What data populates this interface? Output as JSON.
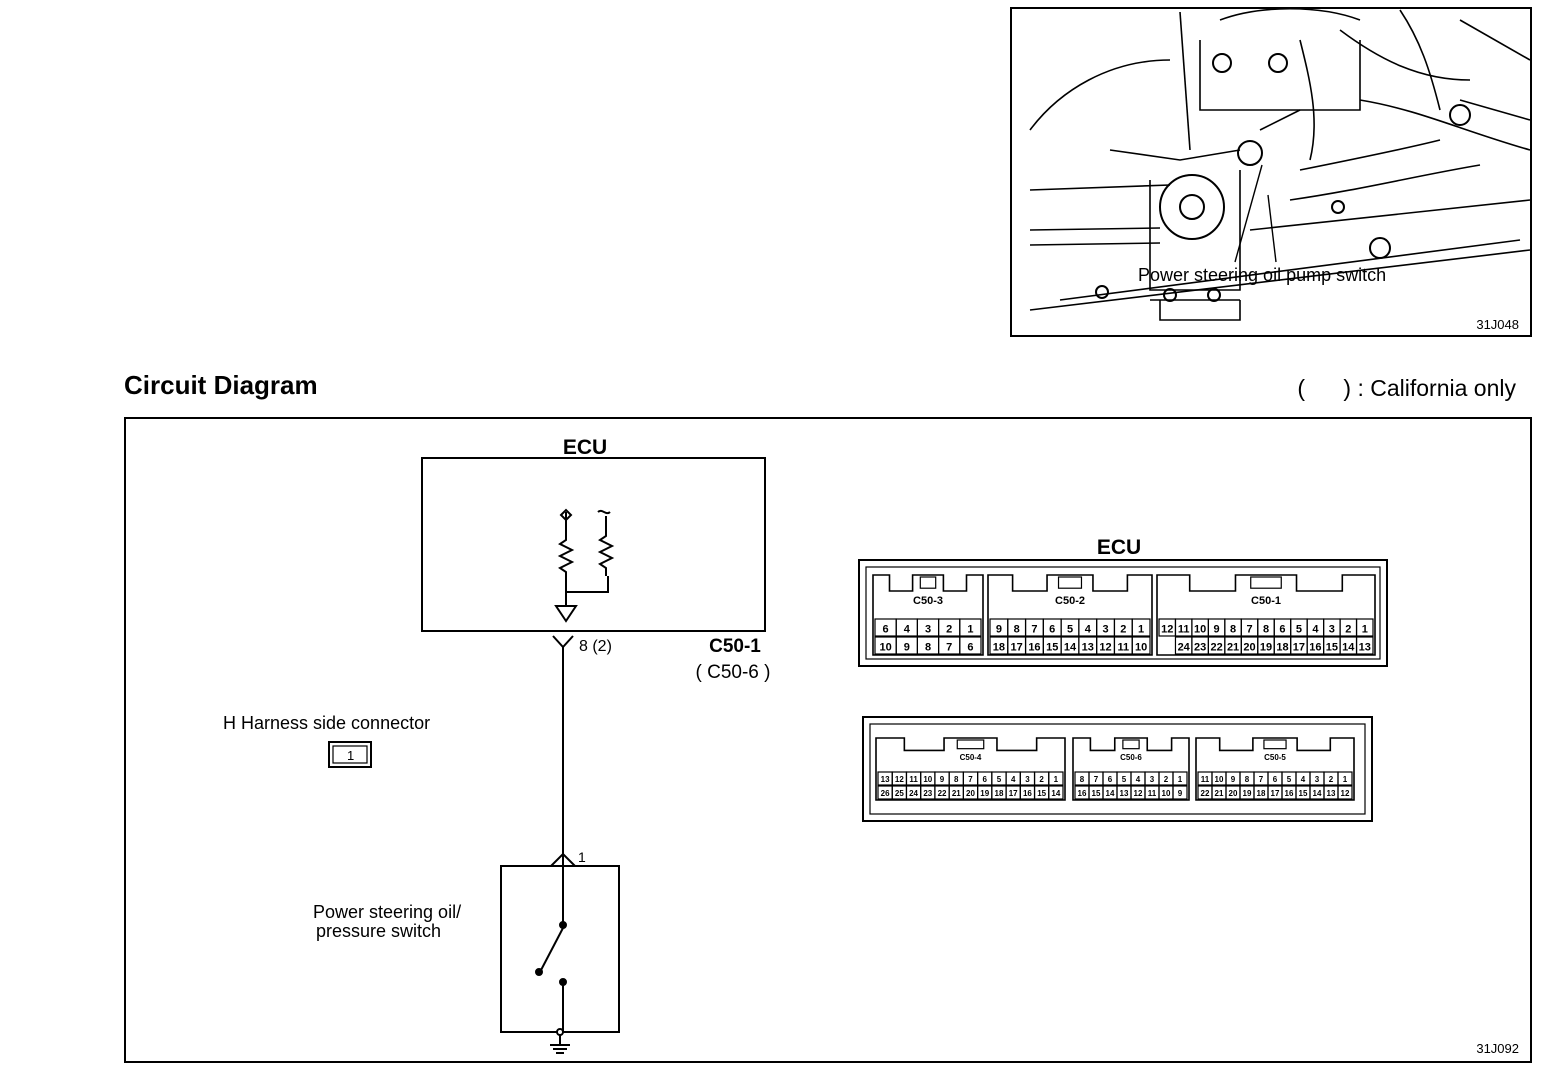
{
  "photo": {
    "label": "Power steering oil pump switch",
    "figure_code": "31J048"
  },
  "circuit": {
    "heading": "Circuit Diagram",
    "legend": "(      ) : California only",
    "figure_code": "31J092",
    "ecu_label": "ECU",
    "pin_label": "8 (2)",
    "connector_label": "C50-1",
    "connector_alt_label": "( C50-6 )",
    "harness_label": "H Harness side connector",
    "harness_pin": "1",
    "switch_pin": "1",
    "switch_label_line1": "Power steering oil/",
    "switch_label_line2": "pressure switch"
  },
  "ecu_connectors": {
    "title": "ECU",
    "row1": [
      {
        "name": "C50-3",
        "top": [
          "6",
          "4",
          "3",
          "2",
          "1"
        ],
        "bottom": [
          "10",
          "9",
          "8",
          "7",
          "6"
        ]
      },
      {
        "name": "C50-2",
        "top": [
          "9",
          "8",
          "7",
          "6",
          "5",
          "4",
          "3",
          "2",
          "1"
        ],
        "bottom": [
          "18",
          "17",
          "16",
          "15",
          "14",
          "13",
          "12",
          "11",
          "10"
        ]
      },
      {
        "name": "C50-1",
        "top": [
          "12",
          "11",
          "10",
          "9",
          "8",
          "7",
          "8",
          "6",
          "5",
          "4",
          "3",
          "2",
          "1"
        ],
        "bottom": [
          "24",
          "23",
          "22",
          "21",
          "20",
          "19",
          "18",
          "17",
          "16",
          "15",
          "14",
          "13"
        ]
      }
    ],
    "row2": [
      {
        "name": "C50-4",
        "top": [
          "13",
          "12",
          "11",
          "10",
          "9",
          "8",
          "7",
          "6",
          "5",
          "4",
          "3",
          "2",
          "1"
        ],
        "bottom": [
          "26",
          "25",
          "24",
          "23",
          "22",
          "21",
          "20",
          "19",
          "18",
          "17",
          "16",
          "15",
          "14"
        ]
      },
      {
        "name": "C50-6",
        "top": [
          "8",
          "7",
          "6",
          "5",
          "4",
          "3",
          "2",
          "1"
        ],
        "bottom": [
          "16",
          "15",
          "14",
          "13",
          "12",
          "11",
          "10",
          "9"
        ]
      },
      {
        "name": "C50-5",
        "top": [
          "11",
          "10",
          "9",
          "8",
          "7",
          "6",
          "5",
          "4",
          "3",
          "2",
          "1"
        ],
        "bottom": [
          "22",
          "21",
          "20",
          "19",
          "18",
          "17",
          "16",
          "15",
          "14",
          "13",
          "12"
        ]
      }
    ]
  }
}
